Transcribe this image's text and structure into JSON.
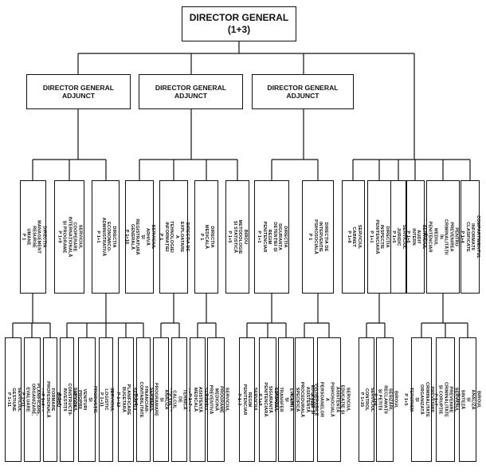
{
  "director": {
    "title": "DIRECTOR GENERAL",
    "posts": "(1+3)"
  },
  "deputies": [
    {
      "label": "DIRECTOR GENERAL ADJUNCT"
    },
    {
      "label": "DIRECTOR GENERAL ADJUNCT"
    },
    {
      "label": "DIRECTOR GENERAL ADJUNCT"
    }
  ],
  "level2": [
    {
      "label": "DIRECȚIA MANAGEMENT\nRESURSE UMANE\nP 1"
    },
    {
      "label": "SERVICIUL COOPERARE\nINTERNAȚIONALĂ\nȘI PROGRAME\nP 1+9"
    },
    {
      "label": "DIRECȚIA ECONOMICO-\nADMINISTRATIVĂ\nP 1+1"
    },
    {
      "label": "SERVICIUL ARHIVĂ\nȘI REGISTRATURĂ\nGENERALĂ\nP 1+16"
    },
    {
      "label": "DIRECȚIA DE EXPLOATARE A\nTEHNOLOGIEI INFORMAȚIEI\nP 1"
    },
    {
      "label": "DIRECȚIA MEDICALĂ\nP 1"
    },
    {
      "label": "BIROU METODOLOGIE\nȘI STATISTICĂ\nP 1+5"
    },
    {
      "label": "DIRECȚIA SIGURANȚA\nDETENȚIEI ȘI REGIM\nPENITENCIAR\nP 1+1"
    },
    {
      "label": "DIRECȚIA DE\nINTERVENȚIE PSIHOSOCIALĂ\nP 1"
    },
    {
      "label": "SERVICIUL CABINET\nP 1+8"
    },
    {
      "label": "DIRECȚIA INSPECȚIE\nPENITENCIARĂ\nP 1+1"
    },
    {
      "label": "SERVICIUL JURIDIC\nP 1+5"
    },
    {
      "label": "SERVICIUL AUDIT INTERN\nP 1+6"
    },
    {
      "label": "DIRECȚIA PENTRU\nPREVENIREA\nCRIMINALITĂȚII ÎN\nMEDIUL PENITENCIAR\nP 1"
    },
    {
      "label": "COMPARTIMENTUL\nINFORMAȚII CLASIFICATE\nP 1+4"
    }
  ],
  "level3": [
    {
      "label": "SERVICIUL GESTIUNE\nP 1+11"
    },
    {
      "label": "SERVICIUL PLANIFICARE,\nORGANIZARE, EVALUARE\nP 1+11"
    },
    {
      "label": "BIROU FORMARE PROFESIONALĂ\nP 1+4"
    },
    {
      "label": "SERVICIUL CONSTRUCȚII-INVESTIȚII\nP 1+7"
    },
    {
      "label": "SERVICIUL PRODUCȚIE\nȘI VENITURI PROPRII\nP 1+11"
    },
    {
      "label": "SERVICIUL LOGISTIC\nP 1+11"
    },
    {
      "label": "SERVICIUL PLANIFICARE BUGETARĂ\nP 1+12"
    },
    {
      "label": "SERVICIUL FINANCIAR-CONTABILITATE\nP 1+9"
    },
    {
      "label": "SERVICIUL ANALIZĂ\nȘI PROGRAMARE\nP 1+8"
    },
    {
      "label": "SERVICIUL TEHNICĂ DE CALCUL\nP 1+6"
    },
    {
      "label": "SERVICIUL ASISTENȚĂ MEDICALĂ\nP 1+7"
    },
    {
      "label": "SERVICIUL PROGRAME\nMEDICINĂ PREVENTIVĂ\nP 1+6"
    },
    {
      "label": "SERVICIUL REGIM\nPENITENCIAR\nP 1+7"
    },
    {
      "label": "SERVICIUL SIGURANȚĂ\nPENITENCIARĂ\nP 1+8"
    },
    {
      "label": "SERVICIUL EVIDENȚĂ ȘI TRANSFER\nP 1+12"
    },
    {
      "label": "SERVICIUL DE EDUCAȚIE ȘI\nASISTENȚĂ PROCEDURALĂ SPECIFICĂ\nP 1+8"
    },
    {
      "label": "SERVICIUL EDUCAȚIE ȘI\nASISTENȚĂ PSIHOSOCIALĂ A\nPERSOANELOR VULNERABILE\nP 1+6"
    },
    {
      "label": "SERVICIUL CONTROL\nP 1+15"
    },
    {
      "label": "BIROUL SESIZĂRI,\nRECLAMAȚII ȘI PETIȚII\nP 1+6"
    },
    {
      "label": "SERVICIUL PREVENIRE\nCRIMINALITATE ORGANIZATĂ ȘI\nTERORISM\nP 1+5"
    },
    {
      "label": "SERVICIUL PREVENIRE CRIMINALITATE\nȘI CORUPȚIE\nP 1+7"
    },
    {
      "label": "BIROUL ANALIZĂ ȘI SINTEZĂ\nP 1+3"
    }
  ]
}
